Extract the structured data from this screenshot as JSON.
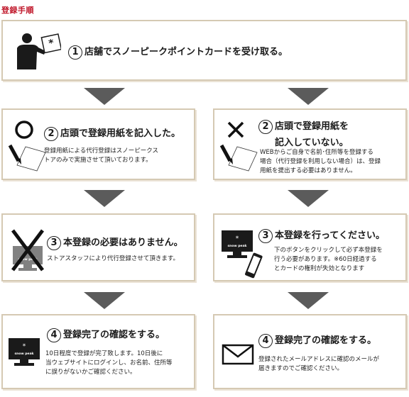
{
  "page": {
    "title": "登録手順"
  },
  "step1": {
    "num": "1",
    "text": "店舗でスノーピークポイントカードを受け取る。"
  },
  "left": {
    "step2": {
      "num": "2",
      "title": "店頭で登録用紙を記入した。",
      "desc": [
        "登録用紙による代行登録はスノーピークス",
        "トアのみで実施させて頂いております。"
      ]
    },
    "step3": {
      "num": "3",
      "title": "本登録の必要はありません。",
      "desc": [
        "ストアスタッフにより代行登録させて頂きます。"
      ]
    },
    "step4": {
      "num": "4",
      "title": "登録完了の確認をする。",
      "desc": [
        "10日程度で登録が完了致します。10日後に",
        "当ウェブサイトにログインし、お名前、住所等",
        "に誤りがないかご確認ください。"
      ]
    }
  },
  "right": {
    "step2": {
      "num": "2",
      "title_line1": "店頭で登録用紙を",
      "title_line2": "記入していない。",
      "desc": [
        "WEBからご自身で名前･住所等を登録する",
        "場合（代行登録を利用しない場合）は、登録",
        "用紙を提出する必要はありません。"
      ]
    },
    "step3": {
      "num": "3",
      "title": "本登録を行ってください。",
      "desc": [
        "下のボタンをクリックして必ず本登録を",
        "行う必要があります。※60日経過する",
        "とカードの権利が失効となります"
      ]
    },
    "step4": {
      "num": "4",
      "title": "登録完了の確認をする。",
      "desc": [
        "登録されたメールアドレスに確認のメールが",
        "届きますのでご確認ください。"
      ]
    }
  },
  "icons": {
    "monitor_brand": "snow peak",
    "monitor_star": "*",
    "card_star": "*"
  },
  "colors": {
    "title_red": "#c0172a",
    "box_border": "#d5c9b3",
    "arrow_gray": "#5b5b5b"
  }
}
